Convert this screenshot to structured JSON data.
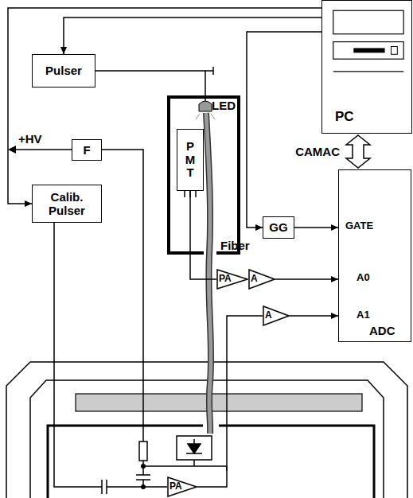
{
  "diagram": {
    "nodes": [
      {
        "text": [
          "Pulser"
        ]
      },
      {
        "text": [
          "PC"
        ]
      },
      {
        "text": [
          "F"
        ]
      },
      {
        "text": [
          "Calib. Pulser"
        ]
      },
      {
        "text": [
          "GG"
        ]
      },
      {
        "text": [
          "GATE",
          "A0",
          "A1",
          "ADC"
        ]
      },
      {
        "text": [
          "PMT"
        ]
      },
      {
        "text": [
          "PA"
        ]
      },
      {
        "text": [
          "A"
        ]
      },
      {
        "text": [
          "A"
        ]
      },
      {
        "text": [
          "PA"
        ]
      }
    ],
    "edges": [
      {
        "from": 1,
        "to": 0,
        "arrow": "to"
      },
      {
        "from": 1,
        "to": 3,
        "arrow": "to"
      },
      {
        "from": 1,
        "to": 4,
        "arrow": "to"
      },
      {
        "from": 4,
        "to": 5,
        "arrow": "to"
      },
      {
        "from": 1,
        "to": 5,
        "label": "CAMAC",
        "arrow": "both"
      },
      {
        "from": 6,
        "to": 7,
        "arrow": "none"
      },
      {
        "from": 7,
        "to": 8,
        "arrow": "none"
      },
      {
        "from": 8,
        "to": 5,
        "arrow": "to"
      },
      {
        "from": 9,
        "to": 5,
        "arrow": "to"
      },
      {
        "from": 10,
        "to": 9,
        "arrow": "none"
      }
    ],
    "labels": [
      "LED",
      "+HV",
      "Fiber"
    ]
  }
}
